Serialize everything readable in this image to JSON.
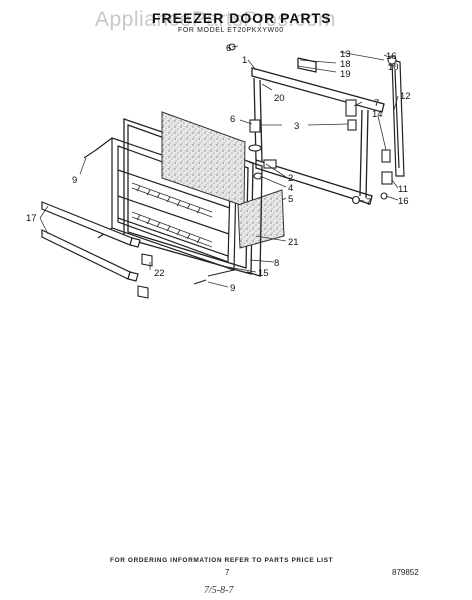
{
  "watermark": "AppliancePartsPros.com",
  "title": "FREEZER DOOR PARTS",
  "subtitle": "FOR MODEL ET20PKXYW00",
  "callouts": [
    {
      "id": "c16a",
      "label": "16"
    },
    {
      "id": "c6a",
      "label": "6"
    },
    {
      "id": "c1",
      "label": "1"
    },
    {
      "id": "c13",
      "label": "13"
    },
    {
      "id": "c18",
      "label": "18"
    },
    {
      "id": "c10",
      "label": "10"
    },
    {
      "id": "c19",
      "label": "19"
    },
    {
      "id": "c20",
      "label": "20"
    },
    {
      "id": "c12",
      "label": "12"
    },
    {
      "id": "c7a",
      "label": "7"
    },
    {
      "id": "c14",
      "label": "14"
    },
    {
      "id": "c6b",
      "label": "6"
    },
    {
      "id": "c3",
      "label": "3"
    },
    {
      "id": "c2",
      "label": "2"
    },
    {
      "id": "c4",
      "label": "4"
    },
    {
      "id": "c5",
      "label": "5"
    },
    {
      "id": "c9a",
      "label": "9"
    },
    {
      "id": "c11",
      "label": "11"
    },
    {
      "id": "c16b",
      "label": "16"
    },
    {
      "id": "c7b",
      "label": "7"
    },
    {
      "id": "c17",
      "label": "17"
    },
    {
      "id": "c21",
      "label": "21"
    },
    {
      "id": "c8",
      "label": "8"
    },
    {
      "id": "c22",
      "label": "22"
    },
    {
      "id": "c15",
      "label": "15"
    },
    {
      "id": "c9b",
      "label": "9"
    }
  ],
  "footer": "FOR ORDERING INFORMATION REFER TO PARTS PRICE LIST",
  "page_number": "7",
  "diagram_code": "879852",
  "handwritten_note": "7/5-8-7"
}
